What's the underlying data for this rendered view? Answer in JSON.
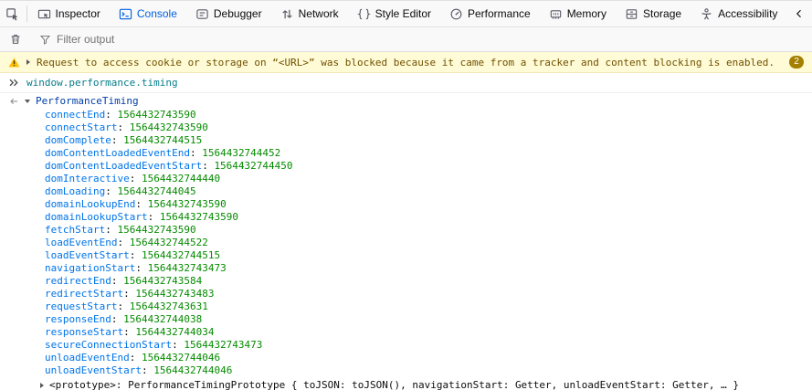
{
  "colors": {
    "accent_blue": "#0060df",
    "property_name_blue": "#0074e8",
    "number_green": "#058b00",
    "command_teal": "#077d8a",
    "object_class_navy": "#003eaa",
    "warning_background": "#fffbd6",
    "warning_text": "#715100",
    "warning_badge_background": "#a47f00",
    "toolbar_background": "#f9f9fa"
  },
  "devtools": {
    "tabbar": {
      "pick_element_icon": "pick-element-icon",
      "overflow_icon": "chevron-left-icon",
      "tabs": [
        {
          "label": "Inspector",
          "icon": "inspector-icon",
          "active": false
        },
        {
          "label": "Console",
          "icon": "console-icon",
          "active": true
        },
        {
          "label": "Debugger",
          "icon": "debugger-icon",
          "active": false
        },
        {
          "label": "Network",
          "icon": "network-arrows-icon",
          "active": false
        },
        {
          "label": "Style Editor",
          "icon": "braces-icon",
          "active": false
        },
        {
          "label": "Performance",
          "icon": "gauge-icon",
          "active": false
        },
        {
          "label": "Memory",
          "icon": "memory-chip-icon",
          "active": false
        },
        {
          "label": "Storage",
          "icon": "storage-drawer-icon",
          "active": false
        },
        {
          "label": "Accessibility",
          "icon": "person-icon",
          "active": false
        }
      ]
    },
    "console_toolbar": {
      "clear_icon": "trash-icon",
      "filter_icon": "filter-funnel-icon",
      "filter_placeholder": "Filter output"
    },
    "console": {
      "warning": {
        "icon": "warning-triangle-icon",
        "message": "Request to access cookie or storage on “<URL>” was blocked because it came from a tracker and content blocking is enabled.",
        "badge_count": "2"
      },
      "command": {
        "prompt_icon": "double-chevron-prompt-icon",
        "expression": "window.performance.timing"
      },
      "result": {
        "return_icon": "return-arrow-icon",
        "object_name": "PerformanceTiming",
        "properties": [
          {
            "name": "connectEnd",
            "value": "1564432743590"
          },
          {
            "name": "connectStart",
            "value": "1564432743590"
          },
          {
            "name": "domComplete",
            "value": "1564432744515"
          },
          {
            "name": "domContentLoadedEventEnd",
            "value": "1564432744452"
          },
          {
            "name": "domContentLoadedEventStart",
            "value": "1564432744450"
          },
          {
            "name": "domInteractive",
            "value": "1564432744440"
          },
          {
            "name": "domLoading",
            "value": "1564432744045"
          },
          {
            "name": "domainLookupEnd",
            "value": "1564432743590"
          },
          {
            "name": "domainLookupStart",
            "value": "1564432743590"
          },
          {
            "name": "fetchStart",
            "value": "1564432743590"
          },
          {
            "name": "loadEventEnd",
            "value": "1564432744522"
          },
          {
            "name": "loadEventStart",
            "value": "1564432744515"
          },
          {
            "name": "navigationStart",
            "value": "1564432743473"
          },
          {
            "name": "redirectEnd",
            "value": "1564432743584"
          },
          {
            "name": "redirectStart",
            "value": "1564432743483"
          },
          {
            "name": "requestStart",
            "value": "1564432743631"
          },
          {
            "name": "responseEnd",
            "value": "1564432744038"
          },
          {
            "name": "responseStart",
            "value": "1564432744034"
          },
          {
            "name": "secureConnectionStart",
            "value": "1564432743473"
          },
          {
            "name": "unloadEventEnd",
            "value": "1564432744046"
          },
          {
            "name": "unloadEventStart",
            "value": "1564432744046"
          }
        ],
        "prototype_label": "<prototype>: ",
        "prototype_preview": "PerformanceTimingPrototype { toJSON: toJSON(), navigationStart: Getter, unloadEventStart: Getter, … }"
      }
    }
  }
}
